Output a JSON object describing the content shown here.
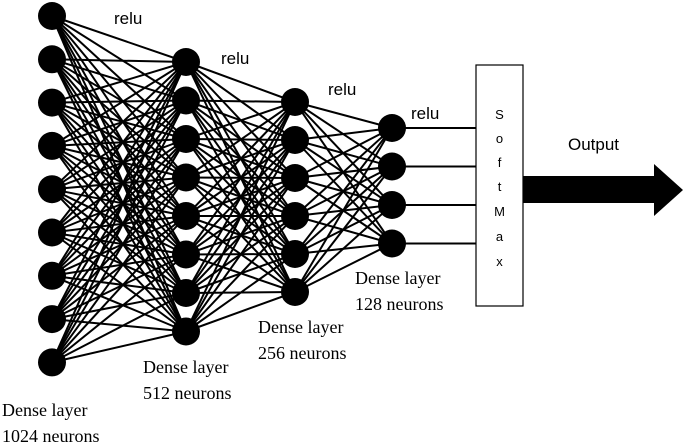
{
  "layers": [
    {
      "activation": "relu",
      "caption_line1": "Dense layer",
      "caption_line2": "1024 neurons",
      "nodes_drawn": 9
    },
    {
      "activation": "relu",
      "caption_line1": "Dense layer",
      "caption_line2": "512 neurons",
      "nodes_drawn": 8
    },
    {
      "activation": "relu",
      "caption_line1": "Dense layer",
      "caption_line2": "256 neurons",
      "nodes_drawn": 6
    },
    {
      "activation": "relu",
      "caption_line1": "Dense layer",
      "caption_line2": "128 neurons",
      "nodes_drawn": 4
    }
  ],
  "softmax": {
    "letters": [
      "S",
      "o",
      "f",
      "t",
      "M",
      "a",
      "x"
    ]
  },
  "output": {
    "label": "Output"
  }
}
